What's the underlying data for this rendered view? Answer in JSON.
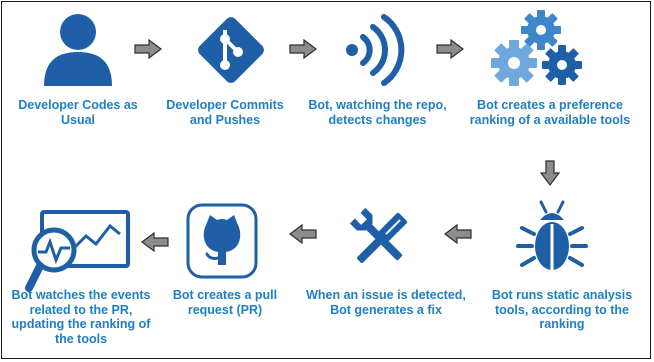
{
  "colors": {
    "primary": "#1f5fa8",
    "light": "#6fa8dc",
    "mid": "#3c86c9",
    "label": "#1f7fc4",
    "arrow_fill": "#8c8c8c",
    "arrow_stroke": "#2e2e2e"
  },
  "steps": [
    {
      "label": "Developer Codes as Usual",
      "icon": "user-icon"
    },
    {
      "label": "Developer Commits and Pushes",
      "icon": "git-icon"
    },
    {
      "label": "Bot, watching the repo, detects changes",
      "icon": "signal-waves-icon"
    },
    {
      "label": "Bot creates a preference ranking of a available tools",
      "icon": "gears-icon"
    },
    {
      "label": "Bot runs static analysis tools, according to the ranking",
      "icon": "bug-icon"
    },
    {
      "label": "When an issue is detected, Bot generates a fix",
      "icon": "tools-icon"
    },
    {
      "label": "Bot creates a pull request (PR)",
      "icon": "github-icon"
    },
    {
      "label": "Bot watches the events related to the PR, updating the ranking of the tools",
      "icon": "analytics-icon"
    }
  ]
}
